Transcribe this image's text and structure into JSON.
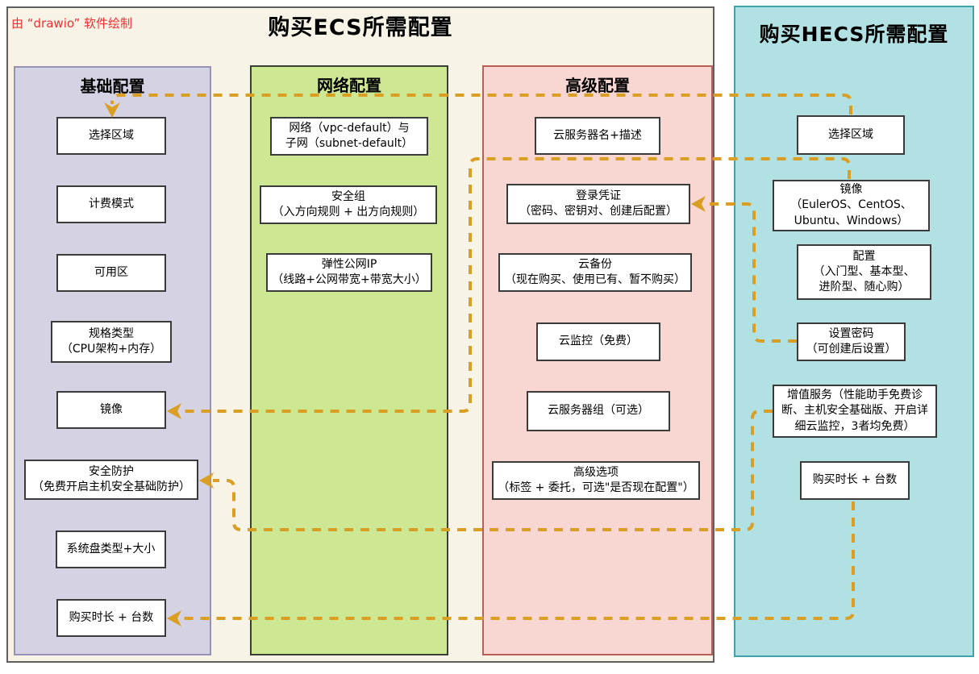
{
  "watermark": "由 “drawio” 软件绘制",
  "ecs": {
    "title": "购买ECS所需配置"
  },
  "hecs_panel": {
    "title": "购买HECS所需配置"
  },
  "basic": {
    "header": "基础配置",
    "boxes": [
      [
        "选择区域"
      ],
      [
        "计费模式"
      ],
      [
        "可用区"
      ],
      [
        "规格类型",
        "（CPU架构+内存）"
      ],
      [
        "镜像"
      ],
      [
        "安全防护",
        "（免费开启主机安全基础防护）"
      ],
      [
        "系统盘类型+大小"
      ],
      [
        "购买时长 + 台数"
      ]
    ]
  },
  "network": {
    "header": "网络配置",
    "boxes": [
      [
        "网络（vpc-default）与",
        "子网（subnet-default）"
      ],
      [
        "安全组",
        "（入方向规则 + 出方向规则）"
      ],
      [
        "弹性公网IP",
        "（线路+公网带宽+带宽大小）"
      ]
    ]
  },
  "advanced": {
    "header": "高级配置",
    "boxes": [
      [
        "云服务器名+描述"
      ],
      [
        "登录凭证",
        "（密码、密钥对、创建后配置）"
      ],
      [
        "云备份",
        "（现在购买、使用已有、暂不购买）"
      ],
      [
        "云监控（免费）"
      ],
      [
        "云服务器组（可选）"
      ],
      [
        "高级选项",
        "（标签 + 委托，可选\"是否现在配置\"）"
      ]
    ]
  },
  "hecs": {
    "boxes": [
      [
        "选择区域"
      ],
      [
        "镜像",
        "（EulerOS、CentOS、",
        "Ubuntu、Windows）"
      ],
      [
        "配置",
        "（入门型、基本型、",
        "进阶型、随心购）"
      ],
      [
        "设置密码",
        "（可创建后设置）"
      ],
      [
        "增值服务（性能助手免费诊",
        "断、主机安全基础版、开启详",
        "细云监控，3者均免费）"
      ],
      [
        "购买时长 + 台数"
      ]
    ]
  },
  "colors": {
    "ecs_background": "#F7F3E7",
    "basic_fill": "#D5D2E3",
    "basic_border": "#9691B7",
    "network_fill": "#CDE792",
    "network_border": "#3A3F33",
    "advanced_fill": "#F8D7D3",
    "advanced_border": "#BA5E58",
    "hecs_fill": "#B2E1E4",
    "hecs_border": "#3EA3AC",
    "connector_orange": "#D99E22",
    "watermark_red": "#F03030",
    "node_border": "#3B3B3B"
  }
}
